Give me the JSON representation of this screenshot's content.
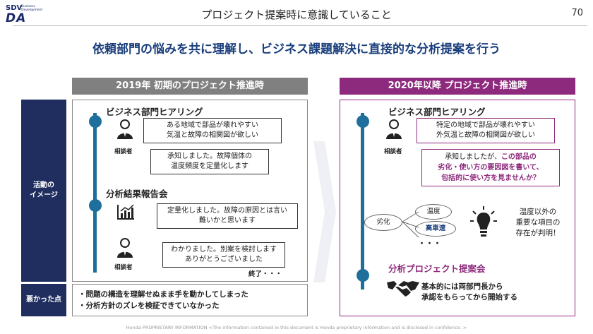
{
  "logo": {
    "line1": "SDV",
    "line2": "Business\nDevelopment",
    "line3": "DA"
  },
  "header": {
    "title": "プロジェクト提案時に意識していること",
    "page_number": "70"
  },
  "subtitle": "依頼部門の悩みを共に理解し、ビジネス課題解決に直接的な分析提案を行う",
  "left": {
    "header": "2019年 初期のプロジェクト推進時",
    "section1": "ビジネス部門ヒアリング",
    "bubble1": "ある地域で部品が壊れやすい\n気温と故障の相関図が欲しい",
    "person1": "相談者",
    "bubble2": "承知しました。故障個体の\n温度頻度を定量化します",
    "section2": "分析結果報告会",
    "bubble3": "定量化しました。故障の原因とは言い\n難いかと思います",
    "person2": "相談者",
    "bubble4": "わかりました。別案を検討します\nありがとうございました",
    "end": "終了・・・"
  },
  "right": {
    "header": "2020年以降 プロジェクト推進時",
    "section1": "ビジネス部門ヒアリング",
    "bubble1": "特定の地域で部品が壊れやすい\n外気温と故障の相関図が欲しい",
    "person1": "相談者",
    "bubble2_plain": "承知しましたが、",
    "bubble2_hl1": "この部品の",
    "bubble2_hl2": "劣化・使い方の要因図を書いて、",
    "bubble2_hl3": "包括的に使い方を見ませんか？",
    "oval_deteriorate": "劣化",
    "oval_temp": "温度",
    "oval_speed": "高車速",
    "dots": "・・・",
    "insight": "温度以外の\n重要な項目の\n存在が判明！",
    "section2": "分析プロジェクト提案会",
    "closing": "基本的には両部門長から\n承認をもらってから開始する"
  },
  "side": {
    "activity": "活動の\nイメージ",
    "bad": "悪かった点"
  },
  "bad_points": [
    "・問題の構造を理解せぬまま手を動かしてしまった",
    "・分析方針のズレを検証できていなかった"
  ],
  "footer": "Honda PROPRIETARY INFORMATION <The information contained in this document is Honda proprietary information and is disclosed in confidence. >",
  "colors": {
    "navy": "#1f2e5e",
    "purple": "#8e2a7d",
    "timeline": "#1e6f9c",
    "title_blue": "#1a3e7c"
  }
}
